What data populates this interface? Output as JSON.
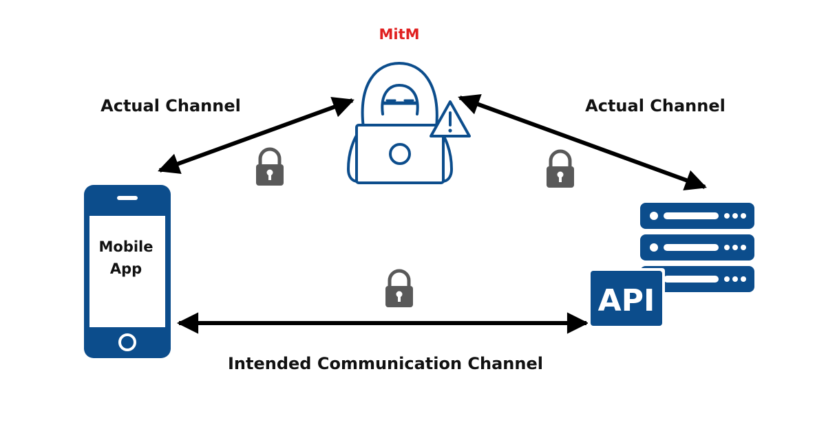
{
  "attacker": {
    "label": "MitM",
    "label_color": "#e02020",
    "icon": "hacker-laptop-icon",
    "warning_icon": "warning-triangle-icon"
  },
  "channels": {
    "left_actual": "Actual Channel",
    "right_actual": "Actual Channel",
    "intended": "Intended Communication Channel"
  },
  "mobile_app": {
    "line1": "Mobile",
    "line2": "App",
    "icon": "smartphone-icon"
  },
  "api_server": {
    "label": "API",
    "icon": "server-stack-icon"
  },
  "lock_icon": "padlock-icon",
  "colors": {
    "primary": "#0c4d8c",
    "lock": "#595959",
    "arrow": "#000000"
  }
}
